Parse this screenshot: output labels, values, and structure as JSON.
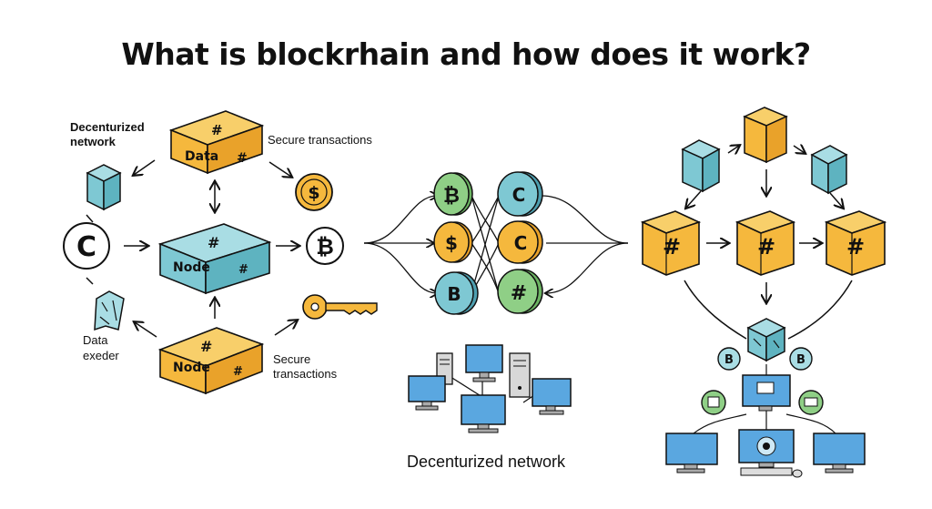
{
  "title": "What is blockrhain and how does it work?",
  "left": {
    "network_label_line1": "Decenturized",
    "network_label_line2": "network",
    "top_box_label": "Data",
    "center_box_label": "Node",
    "bottom_box_label": "Node",
    "secure_top": "Secure transactions",
    "secure_bottom_line1": "Secure",
    "secure_bottom_line2": "transactions",
    "exeder_line1": "Data",
    "exeder_line2": "exeder",
    "circle_c": "C",
    "coin_dollar": "$",
    "coin_btc": "₿",
    "hash": "#"
  },
  "middle": {
    "coin_1": "₿",
    "coin_2": "C",
    "coin_3": "$",
    "coin_4": "C",
    "coin_5": "B",
    "coin_6": "#",
    "caption": "Decenturized network"
  },
  "right": {
    "block_1": "#",
    "block_2": "#",
    "block_3": "#",
    "bubble_1": "B",
    "bubble_2": "B"
  },
  "colors": {
    "yellow": "#f5b83d",
    "teal": "#7ec8d3",
    "green": "#8fcf86",
    "screen": "#5aa7e0"
  }
}
